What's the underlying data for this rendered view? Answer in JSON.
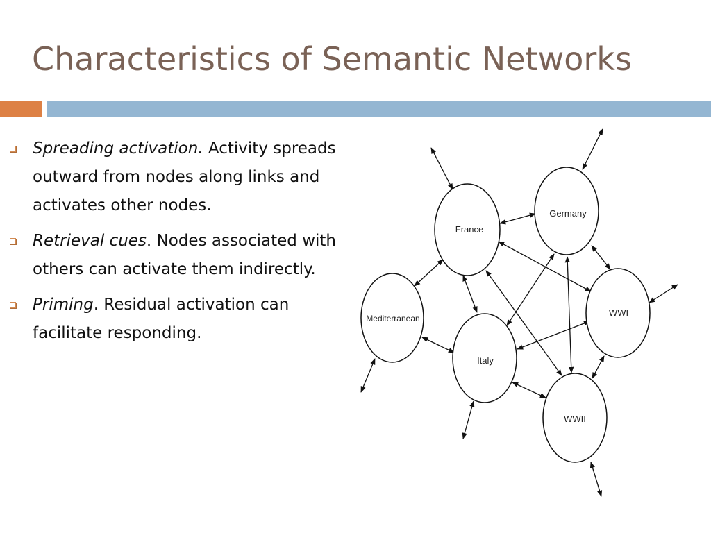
{
  "slide": {
    "title": "Characteristics of Semantic Networks"
  },
  "bullets": [
    {
      "term": "Spreading activation.",
      "text": " Activity spreads outward from nodes along links and activates other nodes."
    },
    {
      "term": "Retrieval cues",
      "text": ". Nodes associated with others can activate them indirectly."
    },
    {
      "term": "Priming",
      "text": ". Residual activation can facilitate responding."
    }
  ],
  "diagram": {
    "nodes": {
      "france": "France",
      "germany": "Germany",
      "mediterranean": "Mediterranean",
      "italy": "Italy",
      "wwi": "WWI",
      "wwii": "WWII"
    }
  },
  "colors": {
    "title": "#7a6256",
    "accent_orange": "#dd8145",
    "accent_blue": "#94b6d2"
  }
}
